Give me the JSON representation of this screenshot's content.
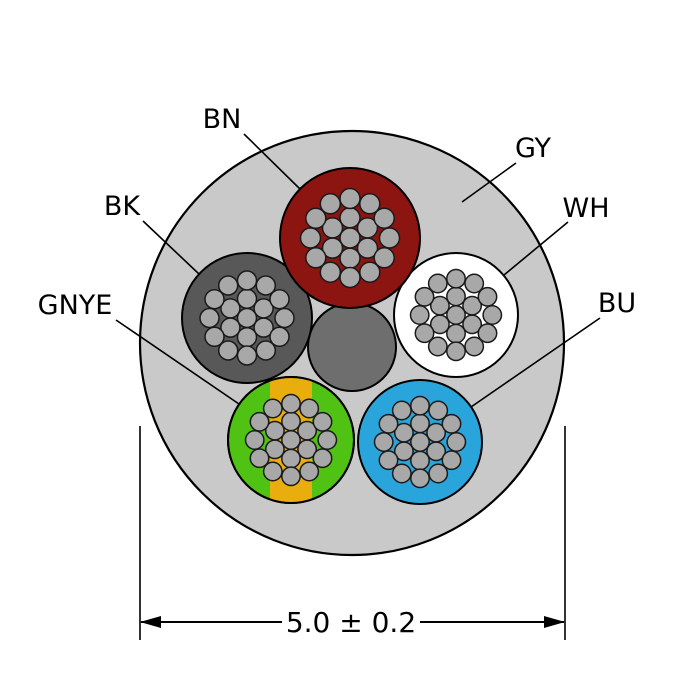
{
  "diagram": {
    "type": "cable-cross-section",
    "jacket_label": "GY",
    "conductor_count": 5
  },
  "labels": {
    "bn": "BN",
    "gy": "GY",
    "wh": "WH",
    "bu": "BU",
    "bk": "BK",
    "gnye": "GNYE"
  },
  "dimension": {
    "text": "5.0 ± 0.2"
  },
  "colors": {
    "background": "#ffffff",
    "jacket": "#c9c9c9",
    "filler": "#6e6e6e",
    "bn": "#8c1411",
    "bk": "#585858",
    "wh": "#ffffff",
    "gn": "#4fc214",
    "ye": "#e9ae0d",
    "bu": "#2aa5dc",
    "strand_fill": "#a8a8a8",
    "strand_stroke": "#1a1a1a",
    "line": "#000000"
  }
}
